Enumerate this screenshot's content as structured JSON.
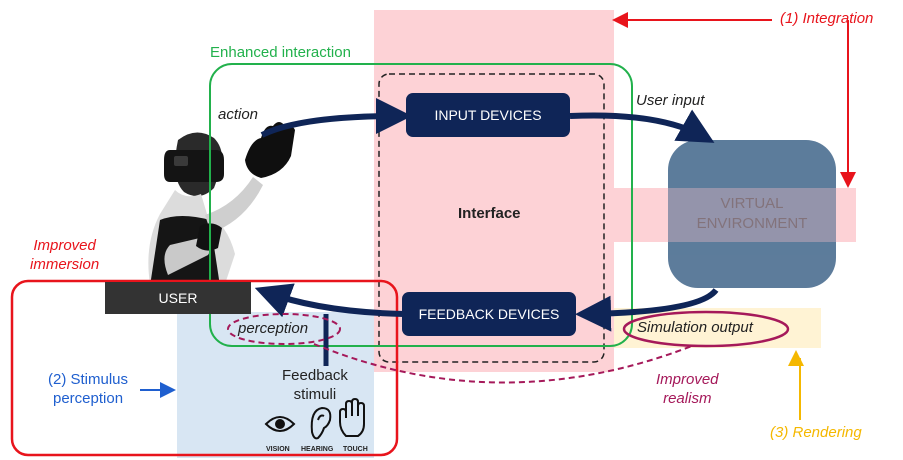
{
  "labels": {
    "integration": "(1) Integration",
    "enhanced_interaction": "Enhanced interaction",
    "action": "action",
    "user_input": "User input",
    "interface": "Interface",
    "improved_immersion_line1": "Improved",
    "improved_immersion_line2": "immersion",
    "perception": "perception",
    "simulation_output": "Simulation output",
    "stimulus_perception_line1": "(2) Stimulus",
    "stimulus_perception_line2": "perception",
    "feedback_stimuli_line1": "Feedback",
    "feedback_stimuli_line2": "stimuli",
    "improved_realism_line1": "Improved",
    "improved_realism_line2": "realism",
    "rendering": "(3) Rendering"
  },
  "boxes": {
    "input_devices": "INPUT DEVICES",
    "feedback_devices": "FEEDBACK DEVICES",
    "virtual_environment_line1": "VIRTUAL",
    "virtual_environment_line2": "ENVIRONMENT",
    "user": "USER"
  },
  "senses": {
    "vision": "VISION",
    "hearing": "HEARING",
    "touch": "TOUCH"
  },
  "colors": {
    "integration_red": "#e8141c",
    "interaction_green": "#22b14c",
    "device_navy": "#0f2557",
    "ve_blue": "#4f7193",
    "interface_pink": "#fdd2d6",
    "stimulus_blue": "#d8e6f3",
    "rendering_yellow": "#f5b800",
    "realism_magenta": "#a5195a",
    "user_dark": "#333333",
    "stimulus_text_blue": "#1f5fcf"
  }
}
